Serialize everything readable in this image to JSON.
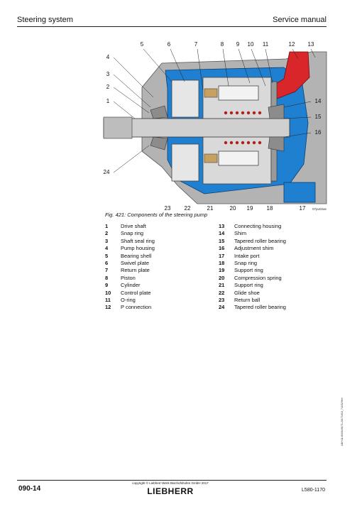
{
  "header": {
    "section": "Steering system",
    "manual": "Service manual"
  },
  "figure": {
    "callouts_top": [
      "5",
      "6",
      "7",
      "8",
      "9",
      "10",
      "11",
      "12",
      "13"
    ],
    "callouts_left": [
      "4",
      "3",
      "2",
      "1",
      "24"
    ],
    "callouts_right": [
      "14",
      "15",
      "16"
    ],
    "callouts_bottom": [
      "23",
      "22",
      "21",
      "20",
      "19",
      "18",
      "17"
    ],
    "image_code": "07pu02ae",
    "colors": {
      "housing": "#b3b3b3",
      "oil": "#1f7fd1",
      "pressure": "#d8262a",
      "parts": "#e6e6e6",
      "bronze": "#c8a060"
    }
  },
  "caption": "Fig. 421: Components of the steering pump",
  "legend": {
    "left": [
      {
        "num": "1",
        "text": "Drive shaft"
      },
      {
        "num": "2",
        "text": "Snap ring"
      },
      {
        "num": "3",
        "text": "Shaft seal ring"
      },
      {
        "num": "4",
        "text": "Pump housing"
      },
      {
        "num": "5",
        "text": "Bearing shell"
      },
      {
        "num": "6",
        "text": "Swivel plate"
      },
      {
        "num": "7",
        "text": "Return plate"
      },
      {
        "num": "8",
        "text": "Piston"
      },
      {
        "num": "9",
        "text": "Cylinder"
      },
      {
        "num": "10",
        "text": "Control plate"
      },
      {
        "num": "11",
        "text": "O-ring"
      },
      {
        "num": "12",
        "text": "P connection"
      }
    ],
    "right": [
      {
        "num": "13",
        "text": "Connecting housing"
      },
      {
        "num": "14",
        "text": "Shim"
      },
      {
        "num": "15",
        "text": "Tapered roller bearing"
      },
      {
        "num": "16",
        "text": "Adjustment shim"
      },
      {
        "num": "17",
        "text": "Intake port"
      },
      {
        "num": "18",
        "text": "Snap ring"
      },
      {
        "num": "19",
        "text": "Support ring"
      },
      {
        "num": "20",
        "text": "Compression spring"
      },
      {
        "num": "21",
        "text": "Support ring"
      },
      {
        "num": "22",
        "text": "Glide shoe"
      },
      {
        "num": "23",
        "text": "Return ball"
      },
      {
        "num": "24",
        "text": "Tapered roller bearing"
      }
    ]
  },
  "side_id": "LBH/11463/84/6171-20171010_74152/9en",
  "footer": {
    "page": "090-14",
    "copyright": "copyright © Liebherr-Werk Bischofshofen GmbH 2017",
    "brand": "LIEBHERR",
    "code": "L580-1170"
  }
}
